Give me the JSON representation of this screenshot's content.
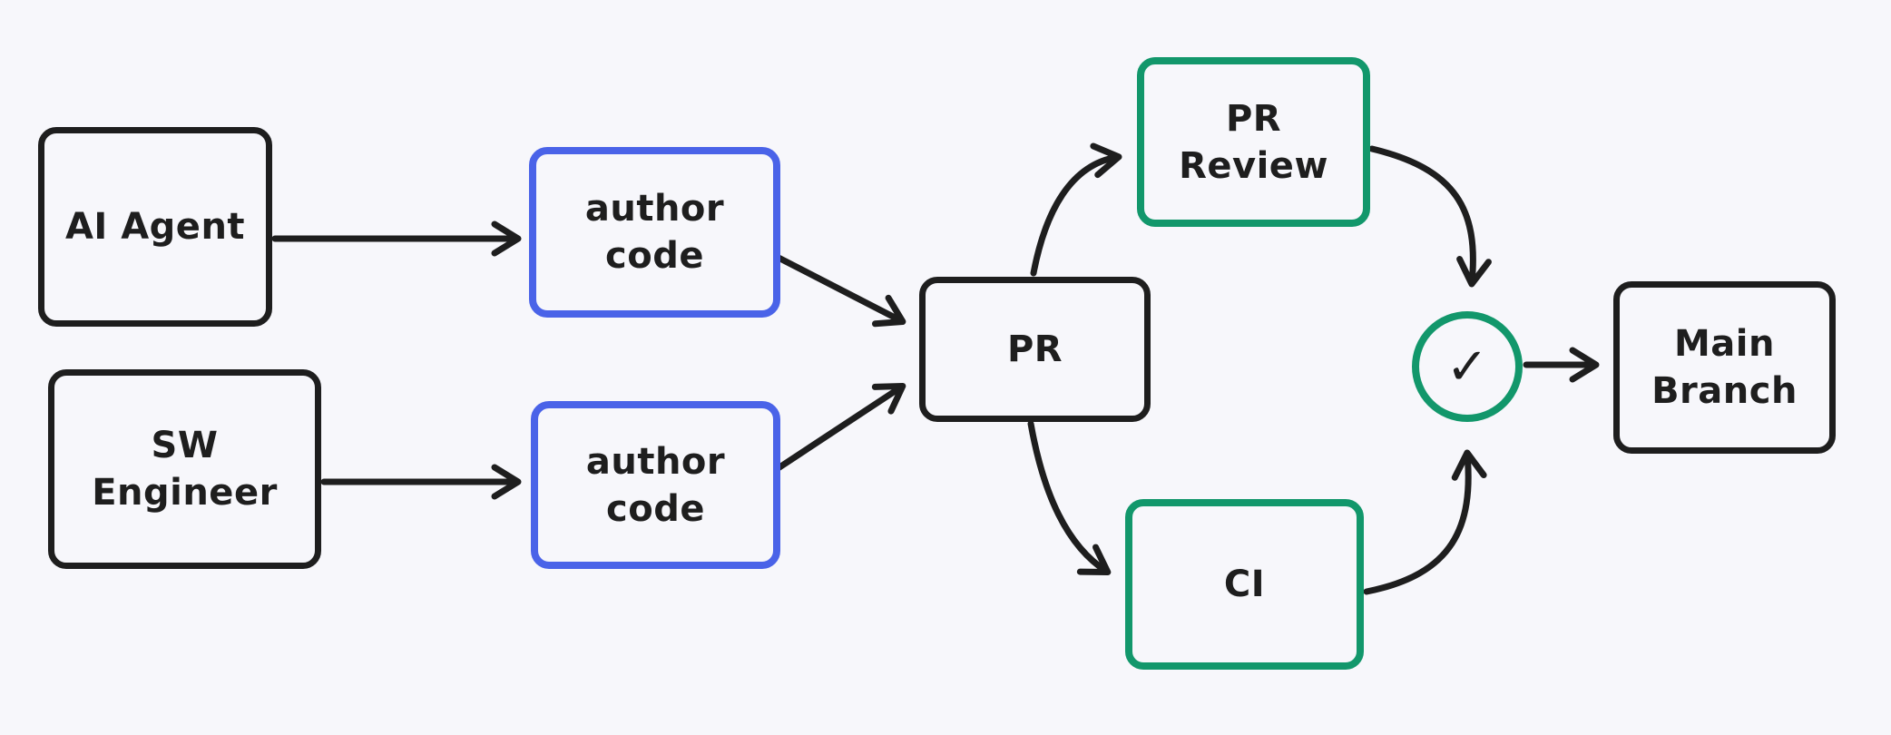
{
  "colors": {
    "ink": "#1e1e1e",
    "blue": "#4a63e8",
    "green": "#12976b",
    "bg": "#f7f7fb"
  },
  "nodes": {
    "ai_agent": {
      "label": "AI Agent"
    },
    "sw_engineer": {
      "line1": "SW",
      "line2": "Engineer"
    },
    "author_code_top": {
      "line1": "author",
      "line2": "code"
    },
    "author_code_bottom": {
      "line1": "author",
      "line2": "code"
    },
    "pr": {
      "label": "PR"
    },
    "pr_review": {
      "line1": "PR",
      "line2": "Review"
    },
    "ci": {
      "label": "CI"
    },
    "check": {
      "glyph": "✓"
    },
    "main_branch": {
      "line1": "Main",
      "line2": "Branch"
    }
  },
  "edges": [
    {
      "from": "ai_agent",
      "to": "author_code_top"
    },
    {
      "from": "sw_engineer",
      "to": "author_code_bottom"
    },
    {
      "from": "author_code_top",
      "to": "pr"
    },
    {
      "from": "author_code_bottom",
      "to": "pr"
    },
    {
      "from": "pr",
      "to": "pr_review"
    },
    {
      "from": "pr",
      "to": "ci"
    },
    {
      "from": "pr_review",
      "to": "check"
    },
    {
      "from": "ci",
      "to": "check"
    },
    {
      "from": "check",
      "to": "main_branch"
    }
  ]
}
